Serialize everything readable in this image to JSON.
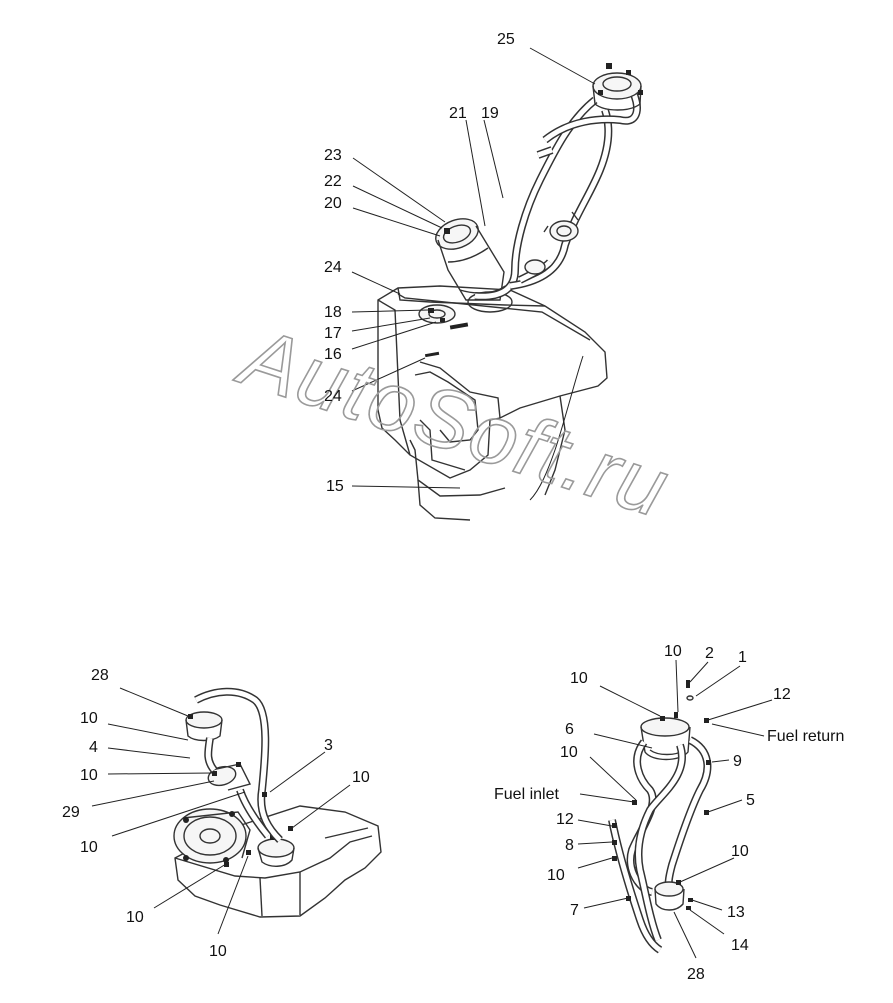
{
  "watermark": "AutoSoft.ru",
  "top_labels": {
    "l25": "25",
    "l21": "21",
    "l19": "19",
    "l23": "23",
    "l22": "22",
    "l20": "20",
    "l24a": "24",
    "l18": "18",
    "l17": "17",
    "l16": "16",
    "l24b": "24",
    "l15": "15"
  },
  "left_labels": {
    "l28": "28",
    "l10a": "10",
    "l4": "4",
    "l10b": "10",
    "l29": "29",
    "l10c": "10",
    "l3": "3",
    "l10d": "10",
    "l10e": "10",
    "l10f": "10"
  },
  "right_labels": {
    "l10a": "10",
    "l2": "2",
    "l1": "1",
    "l10b": "10",
    "l12a": "12",
    "fuel_return": "Fuel return",
    "l6": "6",
    "l10c": "10",
    "l9": "9",
    "fuel_inlet": "Fuel inlet",
    "l5": "5",
    "l12b": "12",
    "l8": "8",
    "l10d": "10",
    "l10e": "10",
    "l7": "7",
    "l13": "13",
    "l14": "14",
    "l28": "28"
  }
}
